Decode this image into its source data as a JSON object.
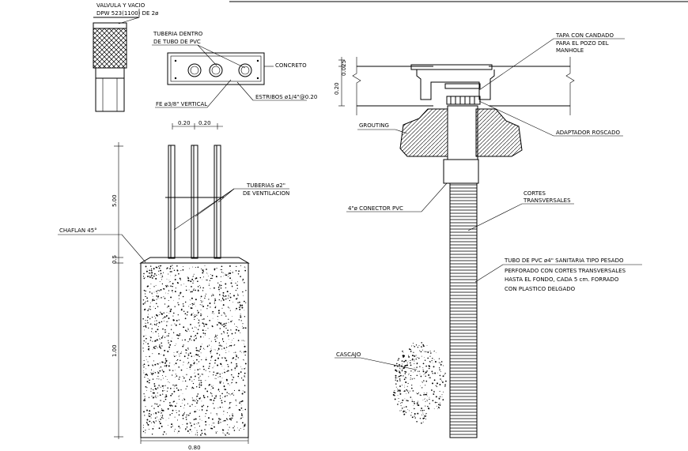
{
  "labels": {
    "valvula_line1": "VALVULA Y VACIO",
    "valvula_line2": "DPW 523(1100) DE 2ø",
    "tuberia_line1": "TUBERIA DENTRO",
    "tuberia_line2": "DE TUBO DE PVC",
    "concreto": "CONCRETO",
    "estribos": "ESTRIBOS ø1/4\"@0.20",
    "fe_vertical": "FE ø3/8\" VERTICAL",
    "dim_020": "0.20",
    "tuberias_line1": "TUBERIAS ø2\"",
    "tuberias_line2": "DE VENTILACION",
    "chaflan": "CHAFLAN 45°",
    "dim_500": "5.00",
    "dim_05": "0.5",
    "dim_100": "1.00",
    "dim_080": "0.80",
    "tapa_line1": "TAPA CON CANDADO",
    "tapa_line2": "PARA EL POZO DEL",
    "tapa_line3": "MANHOLE",
    "dim_0025": "0.025",
    "dim_020b": "0.20",
    "grouting": "GROUTING",
    "adaptador": "ADAPTADOR ROSCADO",
    "cortes_line1": "CORTES",
    "cortes_line2": "TRANSVERSALES",
    "conector": "4\"ø CONECTOR PVC",
    "tubo_line1": "TUBO DE PVC ø4\" SANITARIA TIPO PESADO",
    "tubo_line2": "PERFORADO CON CORTES TRANSVERSALES",
    "tubo_line3": "HASTA EL FONDO, CADA 5 cm. FORRADO",
    "tubo_line4": "CON PLASTICO DELGADO",
    "cascajo": "CASCAJO"
  },
  "colors": {
    "ink": "#000000",
    "paper": "#ffffff"
  }
}
